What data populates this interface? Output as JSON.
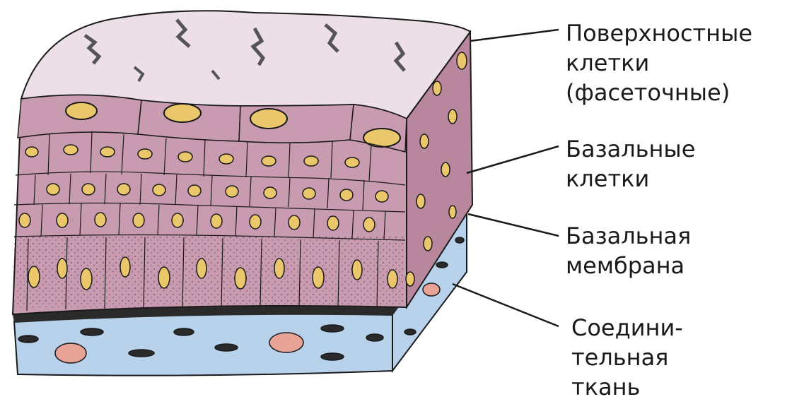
{
  "labels": {
    "surface_cells": [
      "Поверхностные",
      "клетки",
      "(фасеточные)"
    ],
    "basal_cells": [
      "Базальные",
      "клетки"
    ],
    "basal_membrane": [
      "Базальная",
      "мембрана"
    ],
    "connective_tissue": [
      "Соедини-",
      "тельная",
      "ткань"
    ]
  },
  "colors": {
    "top_surface": "#eddfe8",
    "cell_body": "#c99bb0",
    "cell_side": "#b8879d",
    "nucleus": "#e9c76a",
    "connective": "#b7d2ea",
    "membrane": "#2a2a2a",
    "connective_cell": "#e8a397",
    "outline": "#1a1a1a"
  }
}
